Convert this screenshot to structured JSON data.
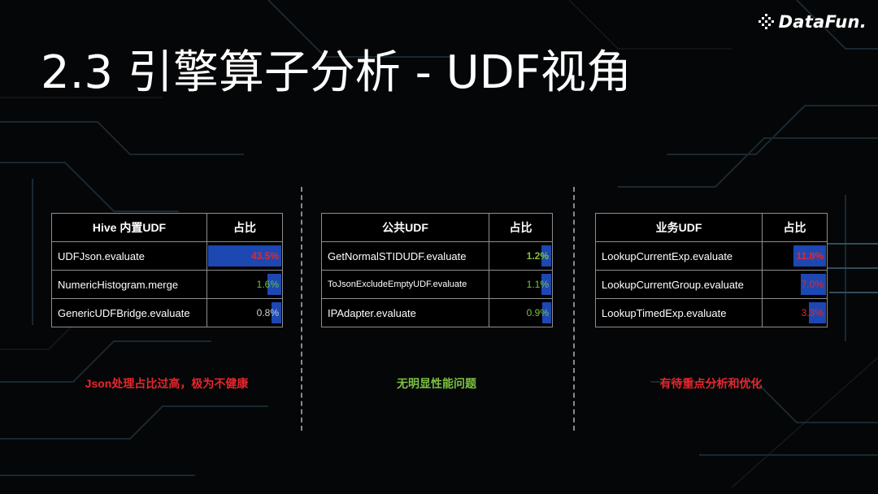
{
  "slide": {
    "title": "2.3 引擎算子分析 - UDF视角",
    "logo": "DataFun."
  },
  "tables": [
    {
      "headers": [
        "Hive 内置UDF",
        "占比"
      ],
      "rows": [
        {
          "name": "UDFJson.evaluate",
          "pct": "43.5%",
          "fraction": 0.435,
          "color": "#e8262d",
          "bold": true
        },
        {
          "name": "NumericHistogram.merge",
          "pct": "1.6%",
          "fraction": 0.016,
          "color": "#6bbf3a",
          "bold": false
        },
        {
          "name": "GenericUDFBridge.evaluate",
          "pct": "0.8%",
          "fraction": 0.008,
          "color": "#d0d0d0",
          "bold": false
        }
      ],
      "note": "Json处理占比过高，极为不健康",
      "note_color": "#e8262d"
    },
    {
      "headers": [
        "公共UDF",
        "占比"
      ],
      "rows": [
        {
          "name": "GetNormalSTIDUDF.evaluate",
          "pct": "1.2%",
          "fraction": 0.012,
          "color": "#7cc242",
          "bold": true
        },
        {
          "name": "ToJsonExcludeEmptyUDF.evaluate",
          "pct": "1.1%",
          "fraction": 0.011,
          "color": "#7cc242",
          "bold": false
        },
        {
          "name": "IPAdapter.evaluate",
          "pct": "0.9%",
          "fraction": 0.009,
          "color": "#7cc242",
          "bold": false
        }
      ],
      "note": "无明显性能问题",
      "note_color": "#7cc242"
    },
    {
      "headers": [
        "业务UDF",
        "占比"
      ],
      "rows": [
        {
          "name": "LookupCurrentExp.evaluate",
          "pct": "11.8%",
          "fraction": 0.118,
          "color": "#e8262d",
          "bold": true
        },
        {
          "name": "LookupCurrentGroup.evaluate",
          "pct": "7.0%",
          "fraction": 0.07,
          "color": "#e8262d",
          "bold": false
        },
        {
          "name": "LookupTimedExp.evaluate",
          "pct": "3.3%",
          "fraction": 0.033,
          "color": "#e8262d",
          "bold": false
        }
      ],
      "note": "有待重点分析和优化",
      "note_color": "#e8262d"
    }
  ]
}
